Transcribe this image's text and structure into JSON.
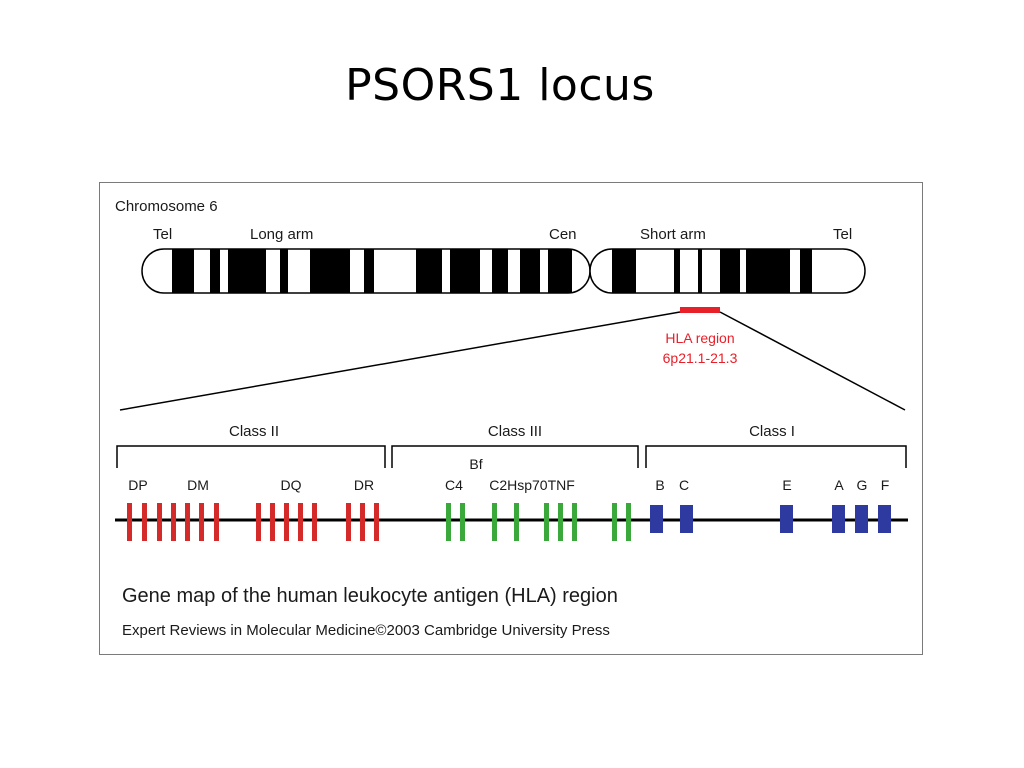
{
  "slide": {
    "title": "PSORS1 locus"
  },
  "figure": {
    "chromosome_label": "Chromosome 6",
    "tel_left": "Tel",
    "long_arm": "Long  arm",
    "cen": "Cen",
    "short_arm": "Short arm",
    "tel_right": "Tel",
    "hla_region_line1": "HLA region",
    "hla_region_line2": "6p21.1-21.3",
    "class_ii": "Class II",
    "class_iii": "Class III",
    "class_i": "Class I",
    "gene_bf": "Bf",
    "genes": {
      "dp": "DP",
      "dm": "DM",
      "dq": "DQ",
      "dr": "DR",
      "c4": "C4",
      "c2_hsp70_tnf": "C2Hsp70TNF",
      "b": "B",
      "c": "C",
      "e": "E",
      "a": "A",
      "g": "G",
      "f": "F"
    },
    "caption": "Gene map of the human leukocyte antigen (HLA) region",
    "credit": "Expert Reviews in Molecular Medicine©2003 Cambridge University Press"
  },
  "colors": {
    "class_ii": "#d42a2a",
    "class_iii": "#3aa83a",
    "class_i": "#2e3aa0",
    "hla_marker": "#e8202a"
  }
}
